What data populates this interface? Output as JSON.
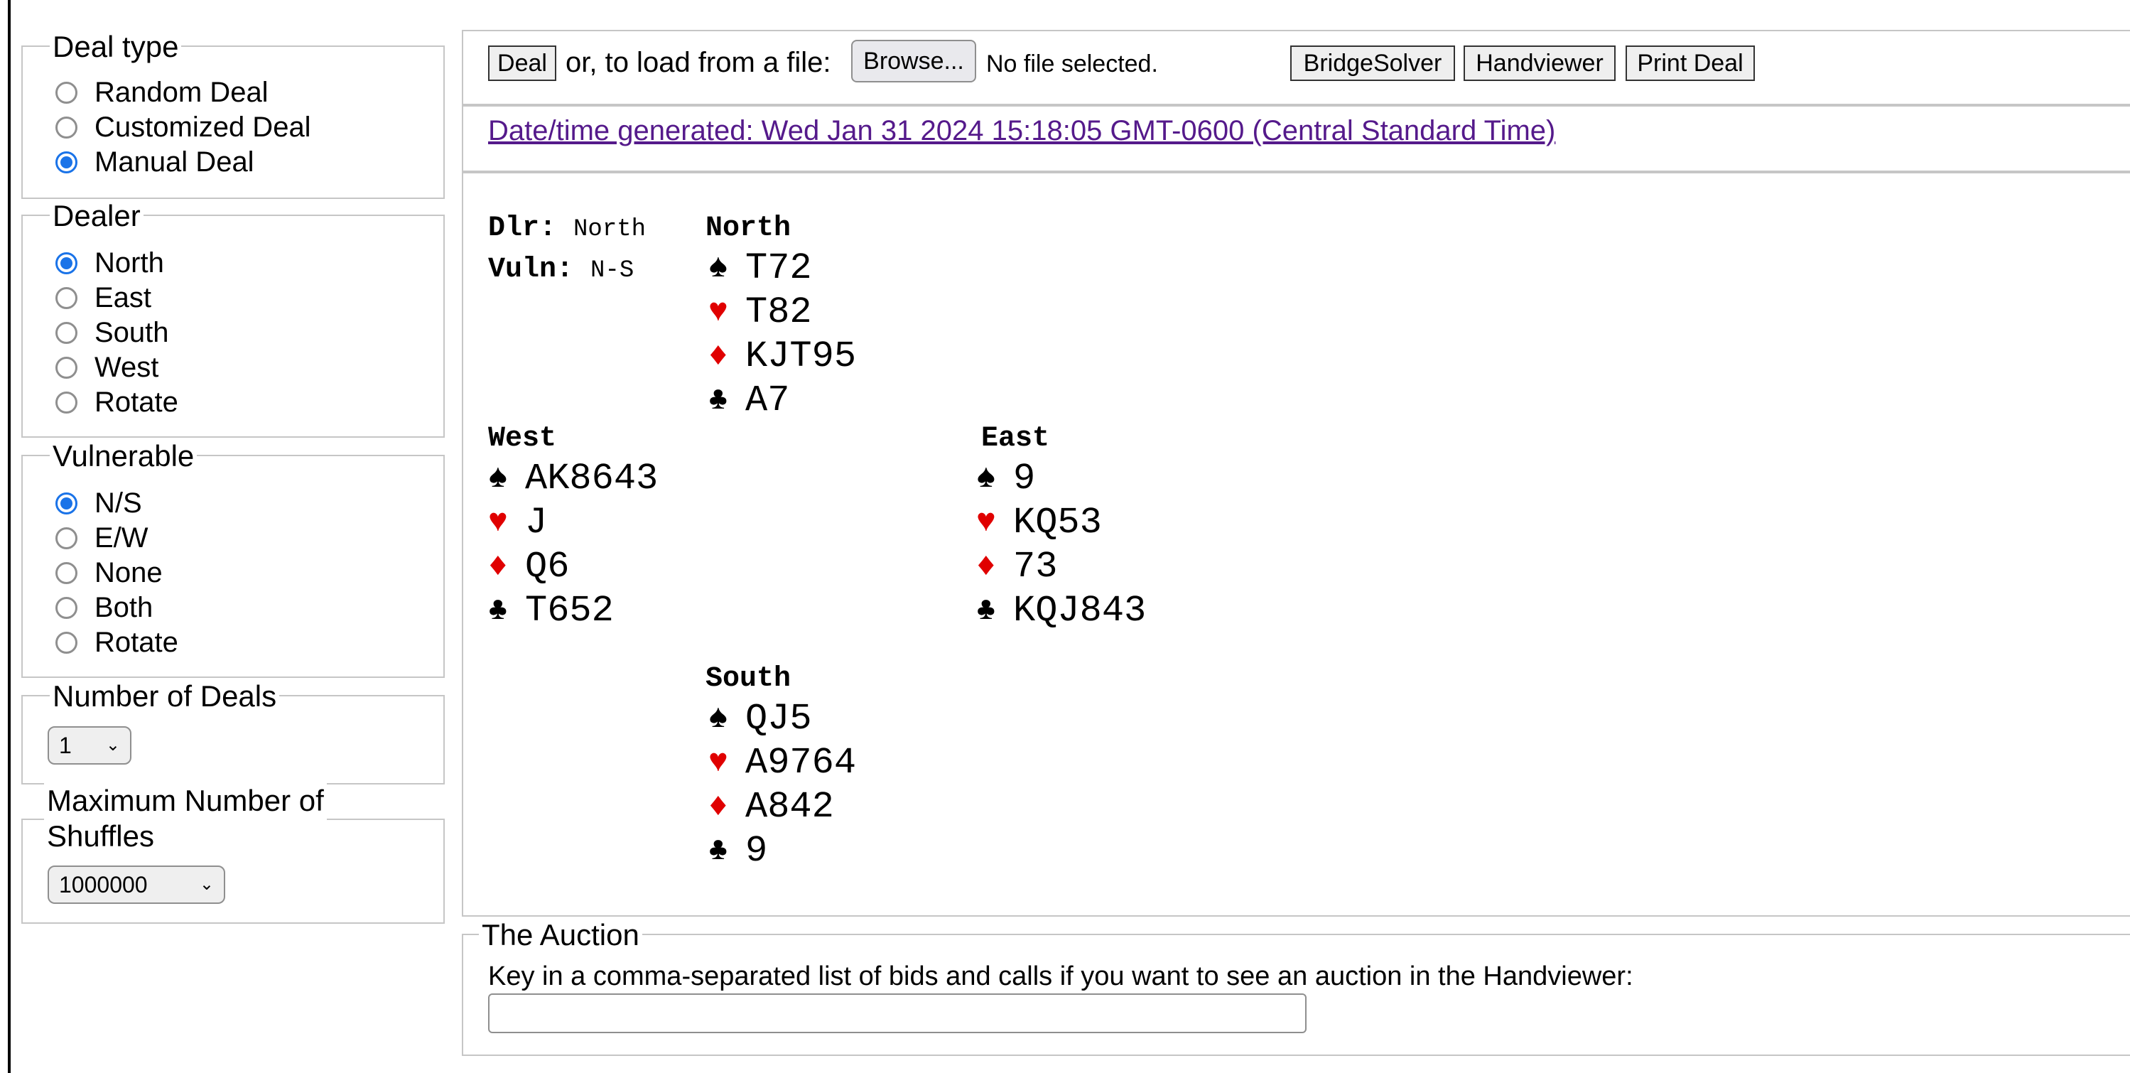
{
  "deal_type": {
    "legend": "Deal type",
    "options": [
      "Random Deal",
      "Customized Deal",
      "Manual Deal"
    ],
    "selected": "Manual Deal"
  },
  "dealer": {
    "legend": "Dealer",
    "options": [
      "North",
      "East",
      "South",
      "West",
      "Rotate"
    ],
    "selected": "North"
  },
  "vulnerable": {
    "legend": "Vulnerable",
    "options": [
      "N/S",
      "E/W",
      "None",
      "Both",
      "Rotate"
    ],
    "selected": "N/S"
  },
  "num_deals": {
    "legend": "Number of Deals",
    "value": "1"
  },
  "max_shuffles": {
    "legend_line1": "Maximum Number of",
    "legend_line2": "Shuffles",
    "value": "1000000"
  },
  "toolbar": {
    "deal_label": "Deal",
    "load_text": "or, to load from a file:",
    "browse_label": "Browse...",
    "file_status": "No file selected.",
    "bridgesolver_label": "BridgeSolver",
    "handviewer_label": "Handviewer",
    "print_label": "Print Deal"
  },
  "generated_link": "Date/time generated: Wed Jan 31 2024 15:18:05 GMT-0600 (Central Standard Time)",
  "deal_info": {
    "dealer_label": "Dlr:",
    "dealer_value": "North",
    "vuln_label": "Vuln:",
    "vuln_value": "N-S"
  },
  "hands": {
    "north": {
      "name": "North",
      "spades": "T72",
      "hearts": "T82",
      "diamonds": "KJT95",
      "clubs": "A7"
    },
    "west": {
      "name": "West",
      "spades": "AK8643",
      "hearts": "J",
      "diamonds": "Q6",
      "clubs": "T652"
    },
    "east": {
      "name": "East",
      "spades": "9",
      "hearts": "KQ53",
      "diamonds": "73",
      "clubs": "KQJ843"
    },
    "south": {
      "name": "South",
      "spades": "QJ5",
      "hearts": "A9764",
      "diamonds": "A842",
      "clubs": "9"
    }
  },
  "suit_symbols": {
    "spades": "♠",
    "hearts": "♥",
    "diamonds": "♦",
    "clubs": "♣"
  },
  "colors": {
    "red_suit": "#e00000",
    "radio_selected": "#1a73e8",
    "link": "#551a8b"
  },
  "auction": {
    "legend": "The Auction",
    "instruction": "Key in a comma-separated list of bids and calls if you want to see an auction in the Handviewer:",
    "value": ""
  }
}
